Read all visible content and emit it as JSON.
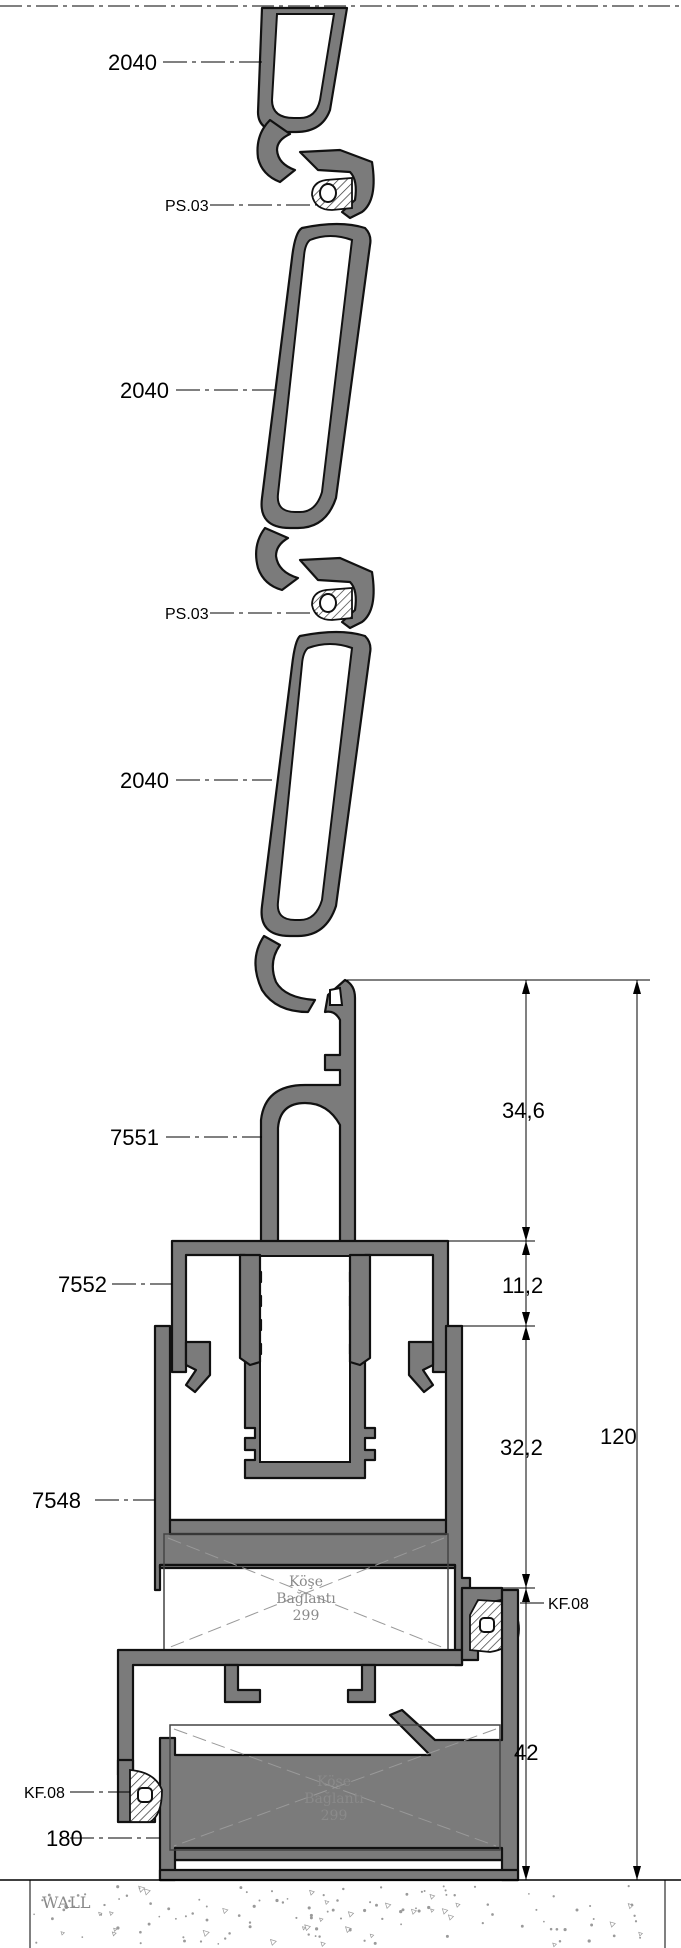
{
  "labels": {
    "slat_top": "2040",
    "gasket_upper": "PS.03",
    "slat_middle": "2040",
    "gasket_lower": "PS.03",
    "slat_bottom": "2040",
    "end_profile": "7551",
    "guide_profile": "7552",
    "box_profile": "7548",
    "gasket_right": "KF.08",
    "gasket_left": "KF.08",
    "base_profile": "180"
  },
  "dimensions": {
    "d1": "34,6",
    "d2": "11,2",
    "d3": "32,2",
    "d4": "42",
    "total": "120"
  },
  "corner_boxes": [
    {
      "line1": "Köşe",
      "line2": "Bağlantı",
      "line3": "299"
    },
    {
      "line1": "Köşe",
      "line2": "Bağlantı",
      "line3": "299"
    }
  ],
  "wall": {
    "label": "WALL"
  }
}
